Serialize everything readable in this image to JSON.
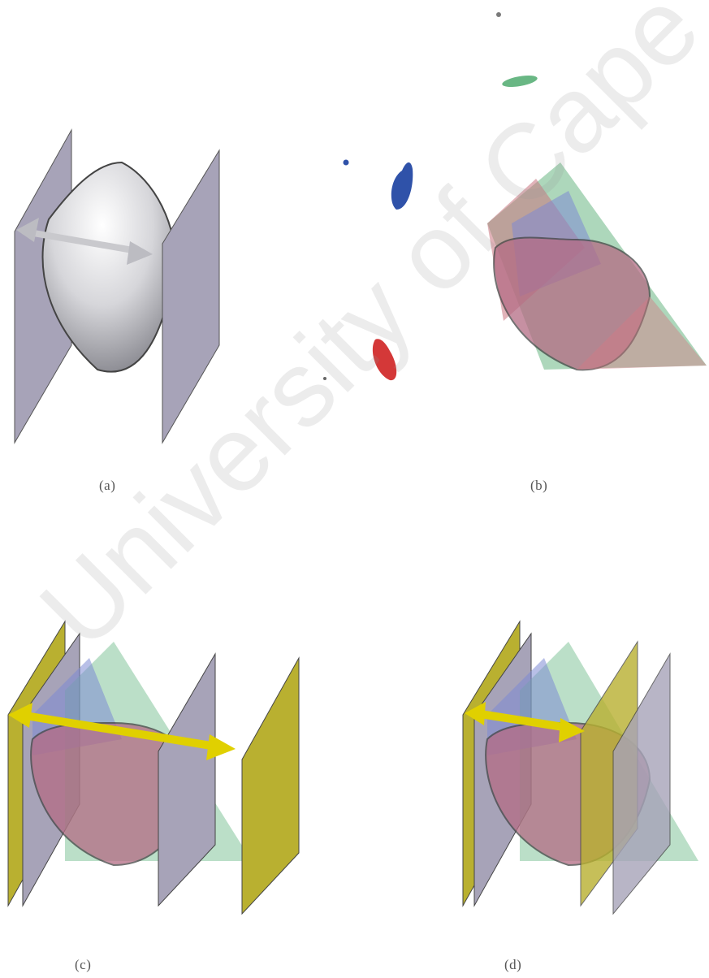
{
  "captions": {
    "a": "(a)",
    "b": "(b)",
    "c": "(c)",
    "d": "(d)"
  },
  "watermark": "University of Cape Town",
  "colors": {
    "plane_grey": "#a7a3b8",
    "plane_yellow": "#b9b030",
    "arrow_grey": "#c9c9cd",
    "arrow_yellow": "#e0d000",
    "surface_grey": "#d9d9dc",
    "region_red": "#c8757f",
    "region_blue": "#2f52a9",
    "region_green": "#69b784"
  }
}
